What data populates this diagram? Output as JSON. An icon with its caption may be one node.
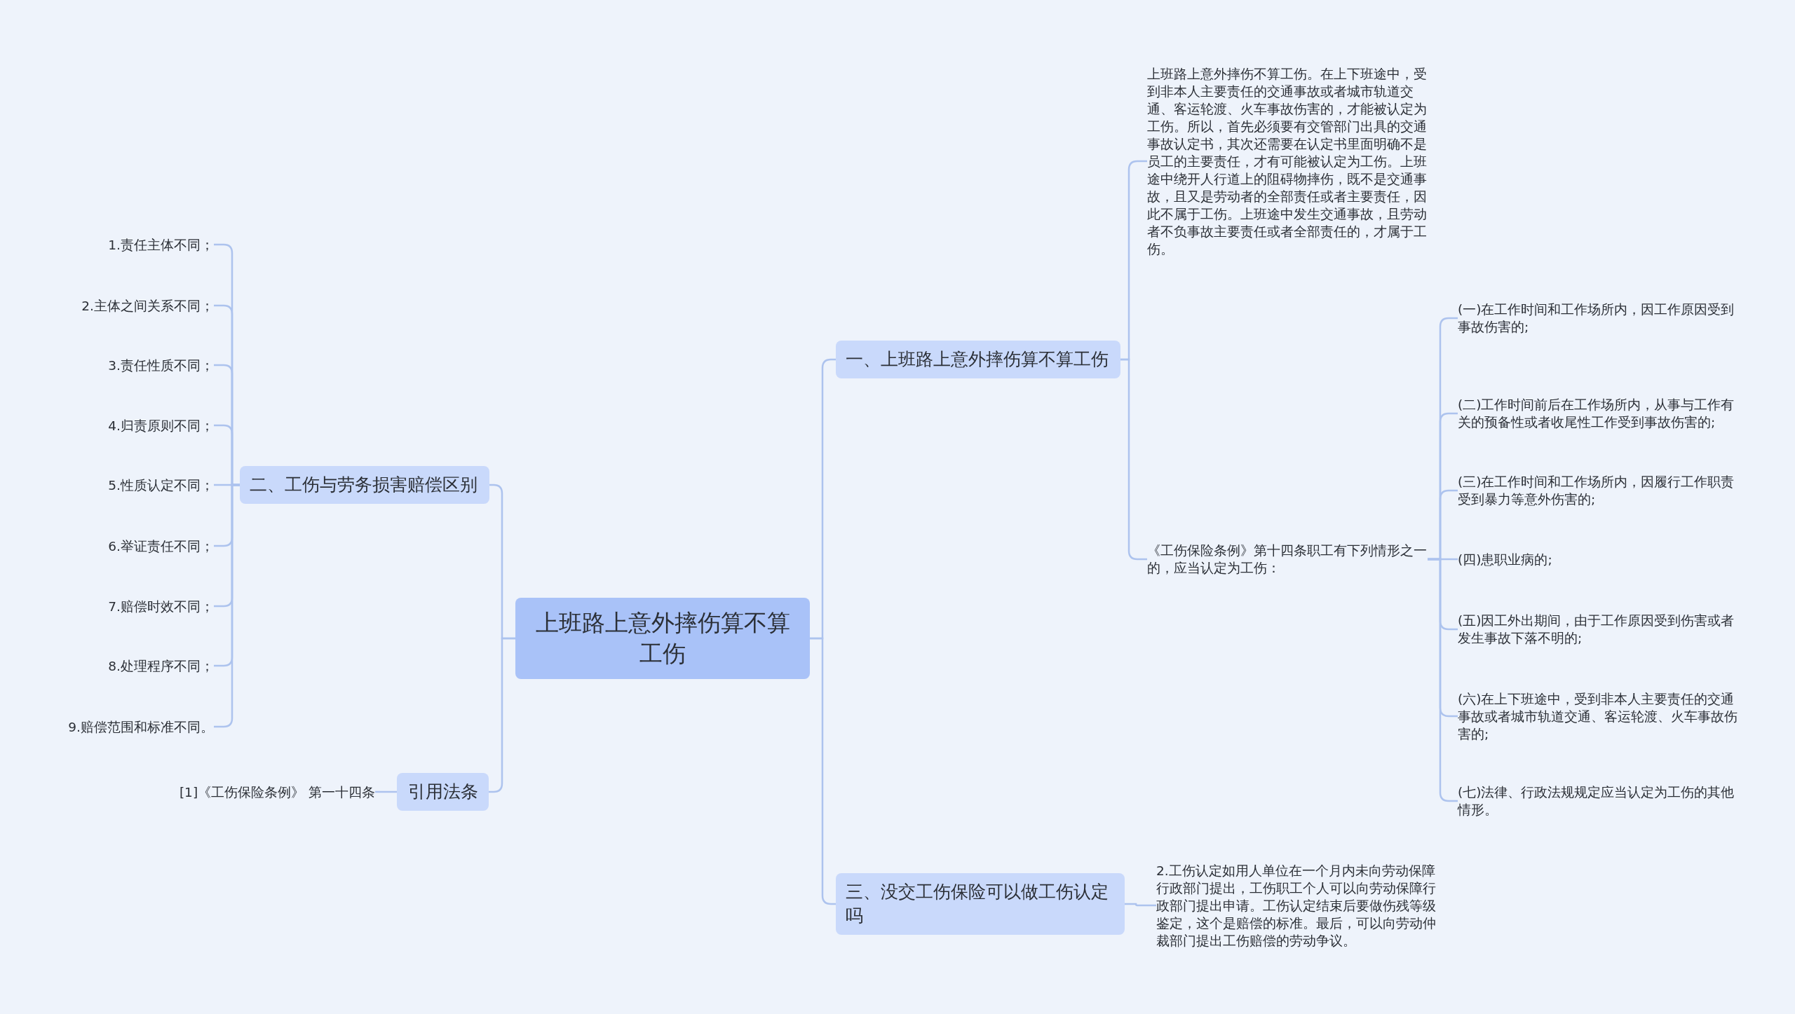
{
  "diagram": {
    "nodes": [
      {
        "text": [
          "上班路上意外摔伤算不算工伤"
        ]
      },
      {
        "text": [
          "一、上班路上意外摔伤算不算工伤"
        ]
      },
      {
        "text": [
          "上班路上意外摔伤不算工伤。在上下班途中，受到非本人主要责任的交通事故或者城市轨道交通、客运轮渡、火车事故伤害的，才能被认定为工伤。所以，首先必须要有交管部门出具的交通事故认定书，其次还需要在认定书里面明确不是员工的主要责任，才有可能被认定为工伤。上班途中绕开人行道上的阻碍物摔伤，既不是交通事故，且又是劳动者的全部责任或者主要责任，因此不属于工伤。上班途中发生交通事故，且劳动者不负事故主要责任或者全部责任的，才属于工伤。"
        ]
      },
      {
        "text": [
          "《工伤保险条例》第十四条职工有下列情形之一的，应当认定为工伤："
        ]
      },
      {
        "text": [
          "(一)在工作时间和工作场所内，因工作原因受到事故伤害的;"
        ]
      },
      {
        "text": [
          "(二)工作时间前后在工作场所内，从事与工作有关的预备性或者收尾性工作受到事故伤害的;"
        ]
      },
      {
        "text": [
          "(三)在工作时间和工作场所内，因履行工作职责受到暴力等意外伤害的;"
        ]
      },
      {
        "text": [
          "(四)患职业病的;"
        ]
      },
      {
        "text": [
          "(五)因工外出期间，由于工作原因受到伤害或者发生事故下落不明的;"
        ]
      },
      {
        "text": [
          "(六)在上下班途中，受到非本人主要责任的交通事故或者城市轨道交通、客运轮渡、火车事故伤害的;"
        ]
      },
      {
        "text": [
          "(七)法律、行政法规规定应当认定为工伤的其他情形。"
        ]
      },
      {
        "text": [
          "三、没交工伤保险可以做工伤认定吗"
        ]
      },
      {
        "text": [
          "2.工伤认定如用人单位在一个月内未向劳动保障行政部门提出，工伤职工个人可以向劳动保障行政部门提出申请。工伤认定结束后要做伤残等级鉴定，这个是赔偿的标准。最后，可以向劳动仲裁部门提出工伤赔偿的劳动争议。"
        ]
      },
      {
        "text": [
          "二、工伤与劳务损害赔偿区别"
        ]
      },
      {
        "text": [
          "1.责任主体不同；"
        ]
      },
      {
        "text": [
          "2.主体之间关系不同；"
        ]
      },
      {
        "text": [
          "3.责任性质不同；"
        ]
      },
      {
        "text": [
          "4.归责原则不同；"
        ]
      },
      {
        "text": [
          "5.性质认定不同；"
        ]
      },
      {
        "text": [
          "6.举证责任不同；"
        ]
      },
      {
        "text": [
          "7.赔偿时效不同；"
        ]
      },
      {
        "text": [
          "8.处理程序不同；"
        ]
      },
      {
        "text": [
          "9.赔偿范围和标准不同。"
        ]
      },
      {
        "text": [
          "引用法条"
        ]
      },
      {
        "text": [
          "[1]《工伤保险条例》 第一十四条"
        ]
      }
    ],
    "edges": [
      {
        "from": 0,
        "to": 1,
        "arrow": "none"
      },
      {
        "from": 0,
        "to": 11,
        "arrow": "none"
      },
      {
        "from": 0,
        "to": 13,
        "arrow": "none"
      },
      {
        "from": 0,
        "to": 23,
        "arrow": "none"
      },
      {
        "from": 1,
        "to": 2,
        "arrow": "none"
      },
      {
        "from": 1,
        "to": 3,
        "arrow": "none"
      },
      {
        "from": 3,
        "to": 4,
        "arrow": "none"
      },
      {
        "from": 3,
        "to": 5,
        "arrow": "none"
      },
      {
        "from": 3,
        "to": 6,
        "arrow": "none"
      },
      {
        "from": 3,
        "to": 7,
        "arrow": "none"
      },
      {
        "from": 3,
        "to": 8,
        "arrow": "none"
      },
      {
        "from": 3,
        "to": 9,
        "arrow": "none"
      },
      {
        "from": 3,
        "to": 10,
        "arrow": "none"
      },
      {
        "from": 11,
        "to": 12,
        "arrow": "none"
      },
      {
        "from": 13,
        "to": 14,
        "arrow": "none"
      },
      {
        "from": 13,
        "to": 15,
        "arrow": "none"
      },
      {
        "from": 13,
        "to": 16,
        "arrow": "none"
      },
      {
        "from": 13,
        "to": 17,
        "arrow": "none"
      },
      {
        "from": 13,
        "to": 18,
        "arrow": "none"
      },
      {
        "from": 13,
        "to": 19,
        "arrow": "none"
      },
      {
        "from": 13,
        "to": 20,
        "arrow": "none"
      },
      {
        "from": 13,
        "to": 21,
        "arrow": "none"
      },
      {
        "from": 13,
        "to": 22,
        "arrow": "none"
      },
      {
        "from": 23,
        "to": 24,
        "arrow": "none"
      }
    ]
  }
}
